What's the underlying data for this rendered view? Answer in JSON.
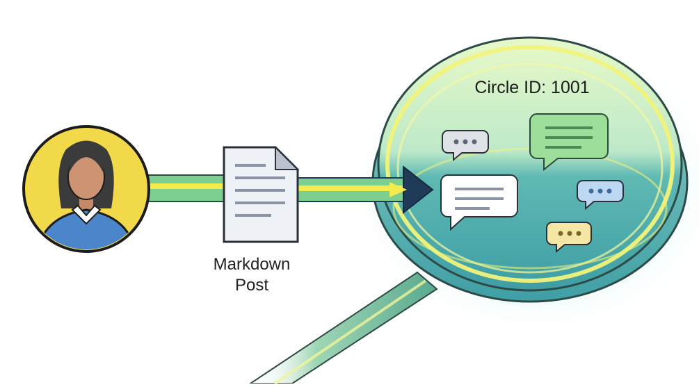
{
  "document": {
    "label_line1": "Markdown",
    "label_line2": "Post"
  },
  "circle": {
    "label": "Circle ID: 1001"
  },
  "icons": {
    "user": "user-avatar-icon",
    "document": "document-icon",
    "arrow": "arrow-right-icon",
    "bubbles": [
      "chat-bubble-icon"
    ]
  },
  "colors": {
    "avatar_bg": "#f2d94a",
    "flow_green": "#7ccf8e",
    "flow_yellow": "#f4ec4e",
    "arrow_navy": "#1f3b57",
    "dish_teal": "#4fb1ac",
    "dish_glow": "#f1f37a"
  }
}
